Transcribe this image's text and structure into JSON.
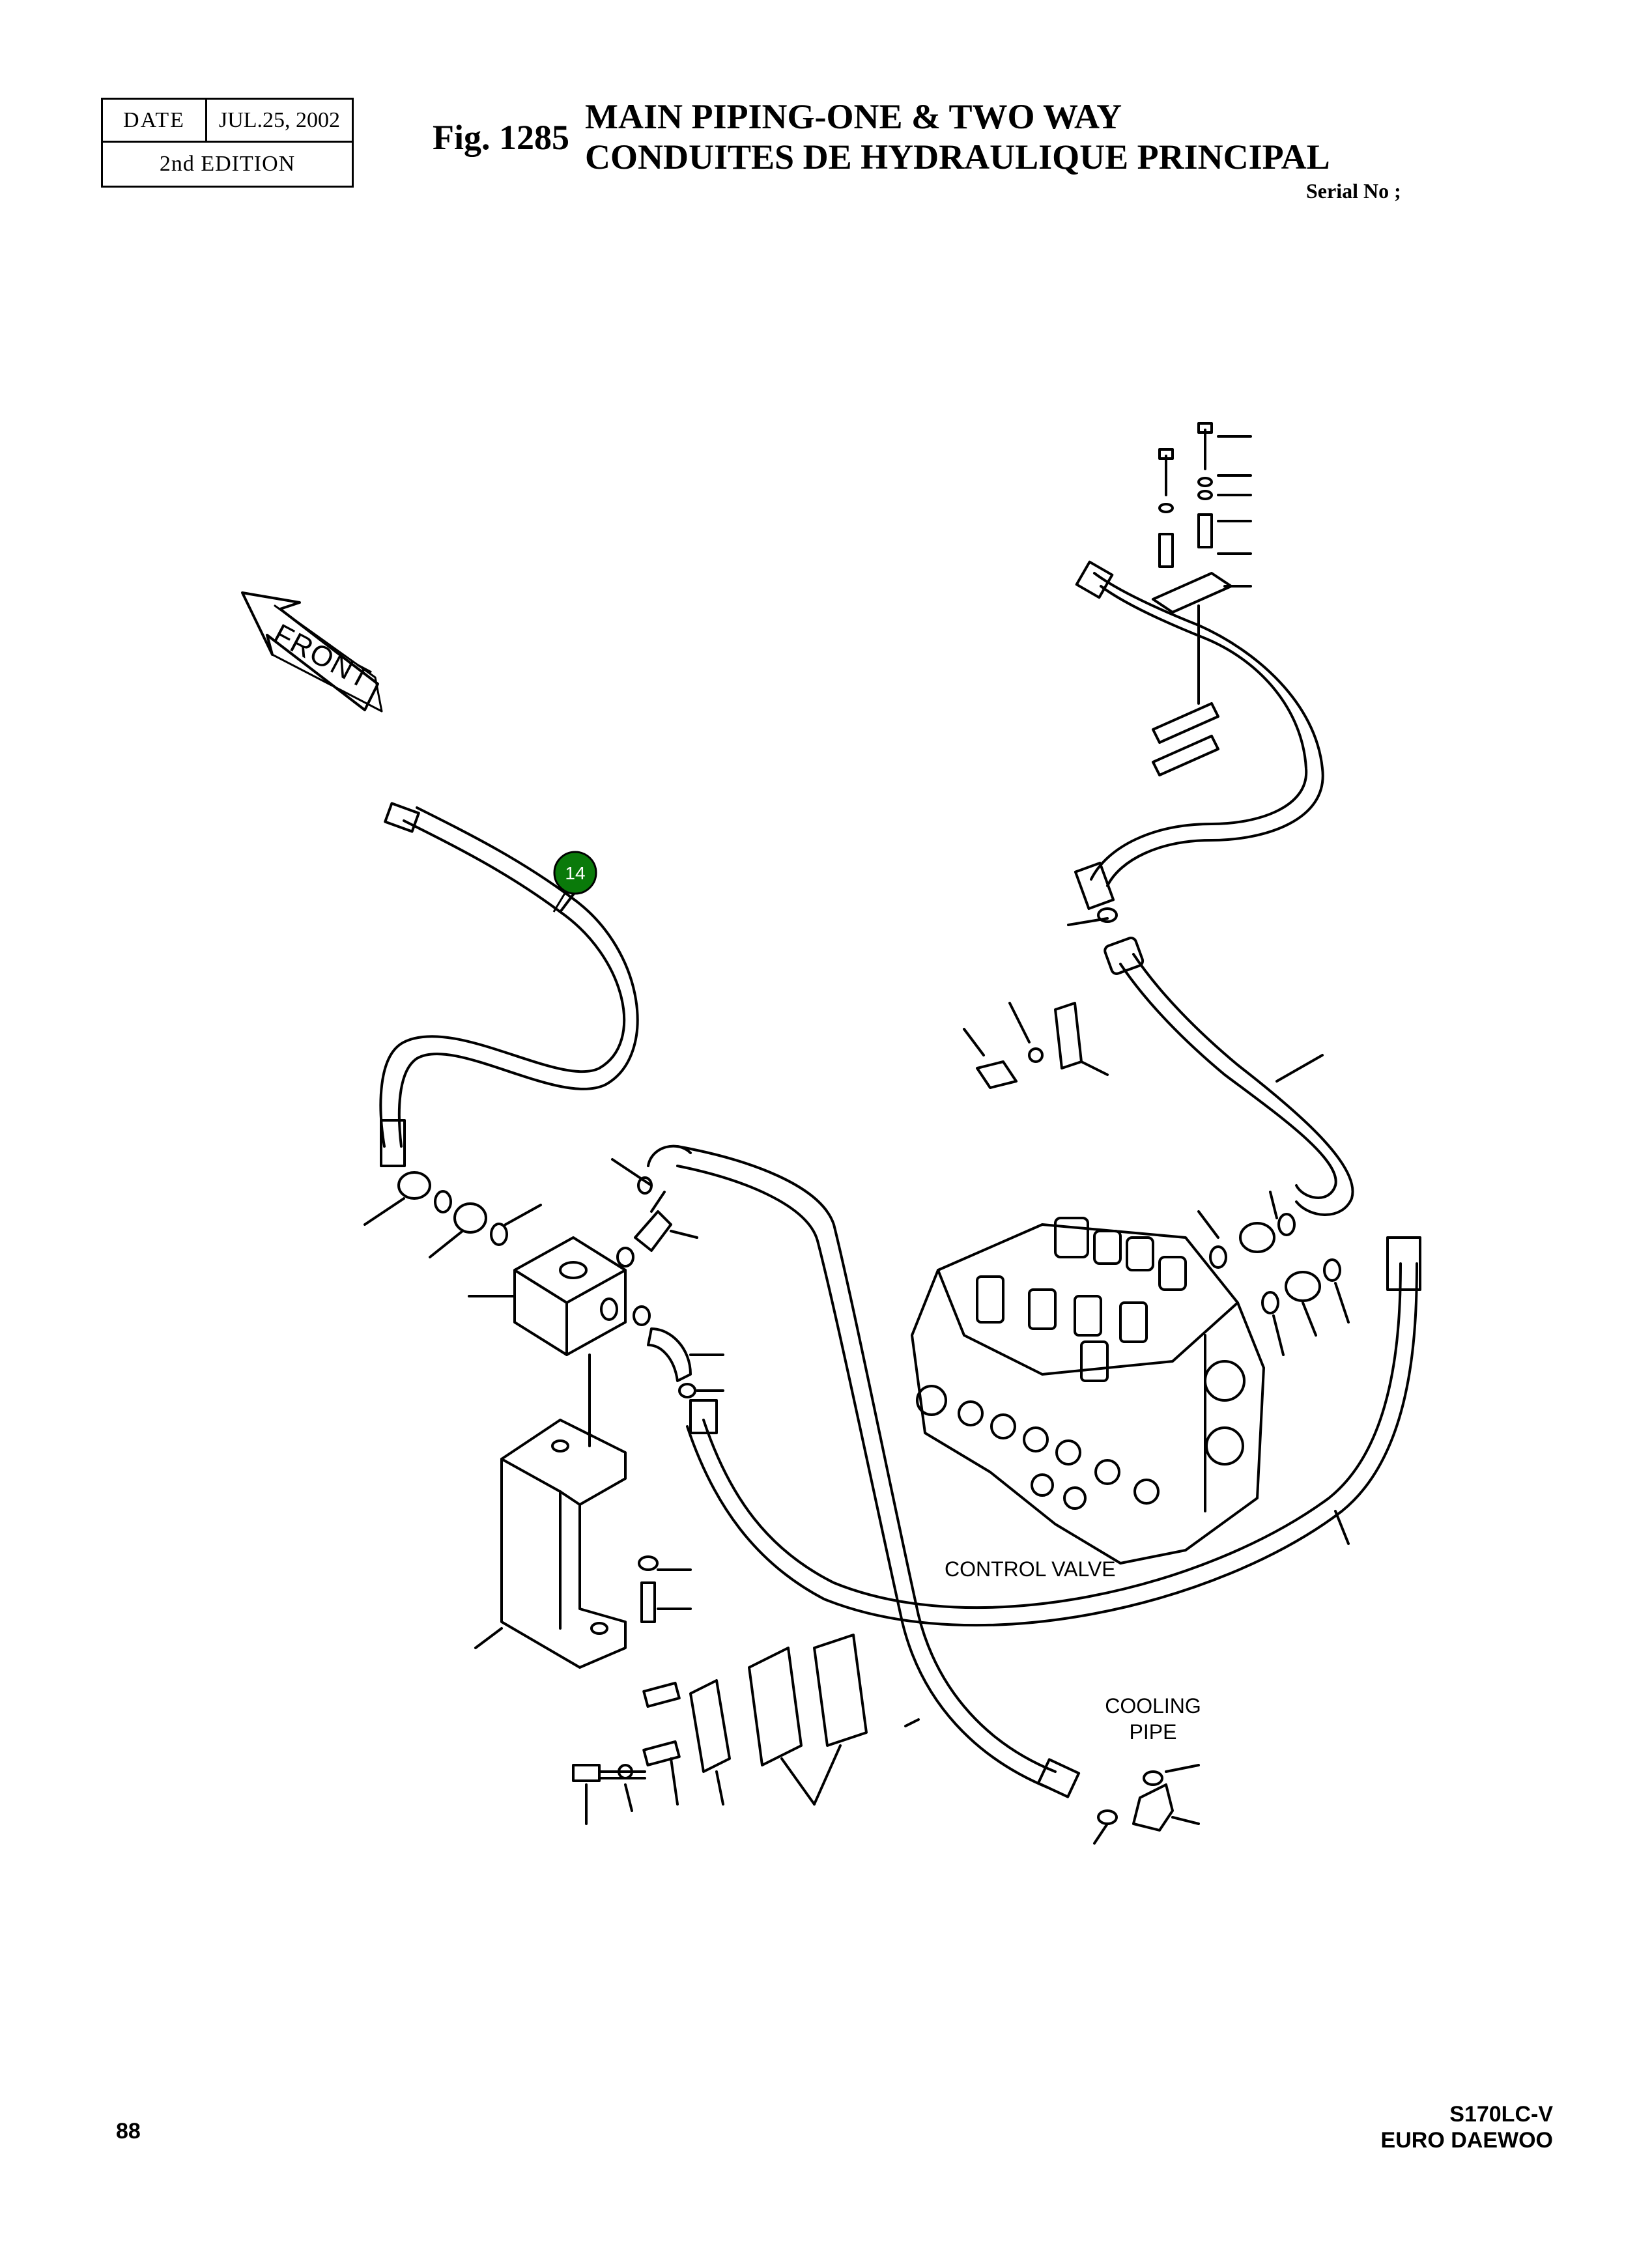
{
  "header": {
    "date_label": "DATE",
    "date_value": "JUL.25, 2002",
    "edition": "2nd  EDITION",
    "fig_number": "Fig. 1285",
    "title_en": "MAIN PIPING-ONE & TWO WAY",
    "title_fr": "CONDUITES DE HYDRAULIQUE PRINCIPAL",
    "serial": "Serial No ;"
  },
  "diagram": {
    "front_label": "FRONT",
    "control_valve_label": "CONTROL VALVE",
    "cooling_label_line1": "COOLING",
    "cooling_label_line2": "PIPE",
    "callout": {
      "number": "14",
      "color": "#0a7a0a"
    }
  },
  "footer": {
    "page_number": "88",
    "model": "S170LC-V",
    "brand": "EURO DAEWOO"
  }
}
